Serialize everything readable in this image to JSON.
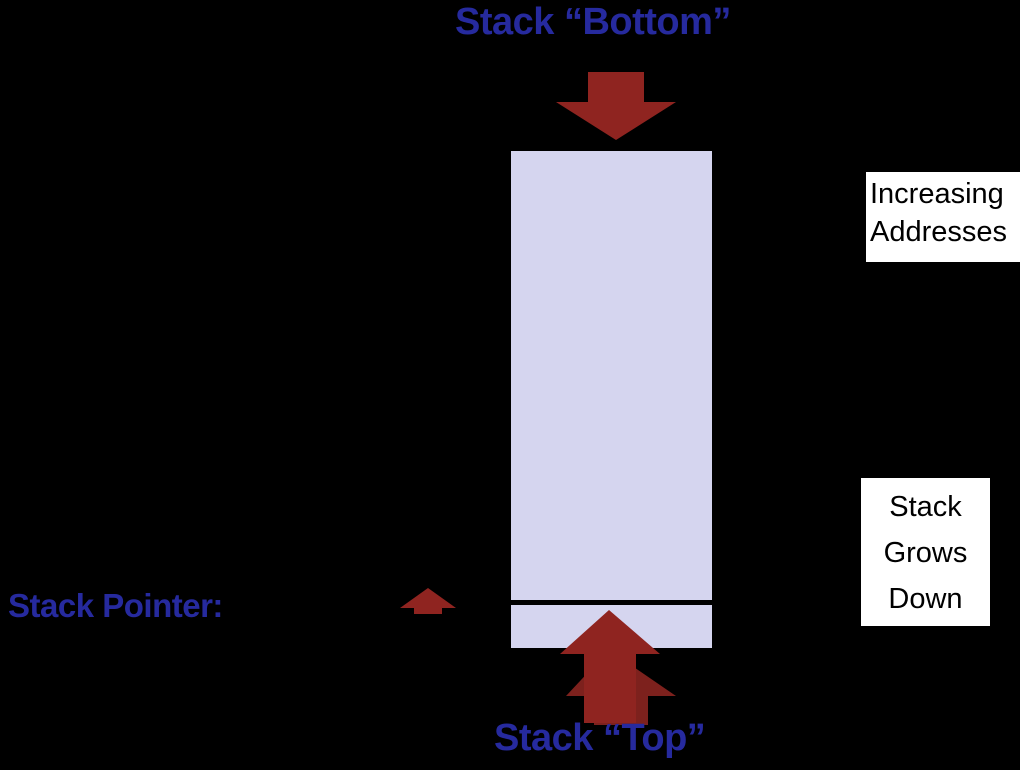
{
  "diagram": {
    "title_top": "Stack “Bottom”",
    "title_bottom": "Stack “Top”",
    "stack_pointer_label": "Stack Pointer:",
    "notes": {
      "increasing_addresses": [
        "Increasing",
        "Addresses"
      ],
      "stack_grows_down": [
        "Stack",
        "Grows",
        "Down"
      ]
    },
    "colors": {
      "background": "#000000",
      "stack_fill": "#d5d5ef",
      "arrow_red": "#8f2420",
      "label_blue": "#262a9e",
      "note_box_bg": "#ffffff",
      "note_text": "#000000"
    },
    "icons": {
      "arrow_down_bottom": "arrow-down-icon",
      "arrow_up_top": "arrow-up-icon",
      "arrow_up_stack_pointer": "arrow-up-icon"
    }
  }
}
